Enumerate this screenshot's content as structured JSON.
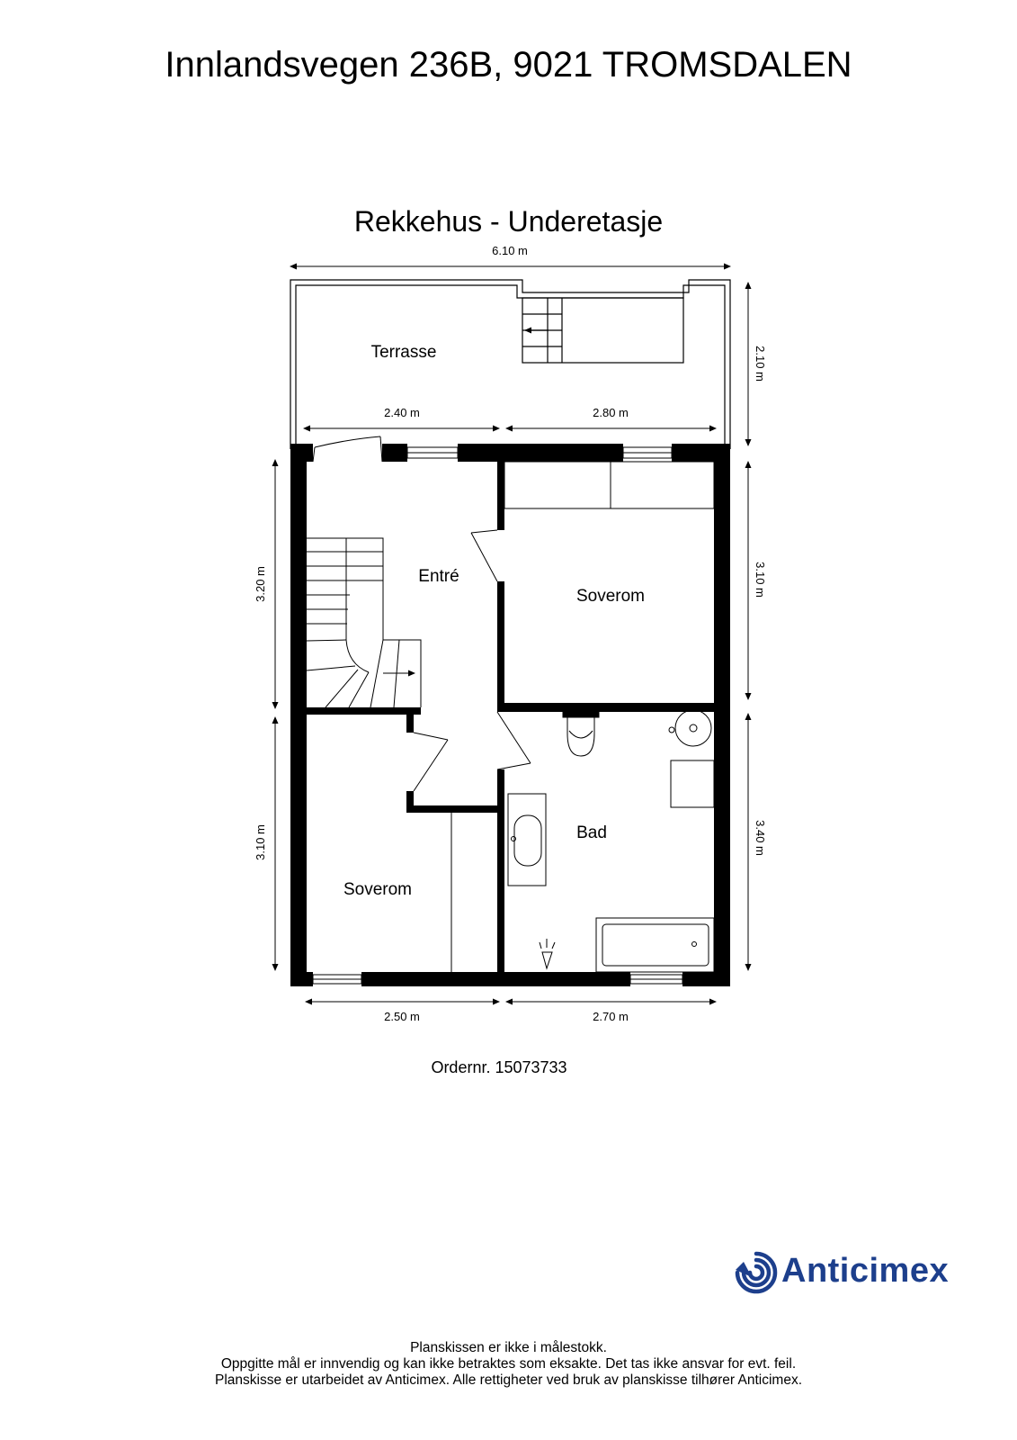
{
  "header": {
    "address": "Innlandsvegen 236B, 9021 TROMSDALEN",
    "plan_title": "Rekkehus - Underetasje"
  },
  "rooms": {
    "terrace": "Terrasse",
    "entry": "Entré",
    "bedroom_top": "Soverom",
    "bathroom": "Bad",
    "bedroom_bottom": "Soverom"
  },
  "dimensions": {
    "total_width": "6.10 m",
    "terrace_depth": "2.10 m",
    "top_left": "2.40 m",
    "top_right": "2.80 m",
    "left_upper": "3.20 m",
    "left_lower": "3.10 m",
    "right_upper": "3.10 m",
    "right_lower": "3.40 m",
    "bottom_left": "2.50 m",
    "bottom_right": "2.70 m"
  },
  "order": "Ordernr. 15073733",
  "brand": {
    "name": "Anticimex",
    "color": "#1d3f8c"
  },
  "footer": {
    "line1": "Planskissen er ikke i målestokk.",
    "line2": "Oppgitte mål er innvendig og kan ikke betraktes som eksakte. Det tas ikke ansvar for evt. feil.",
    "line3": "Planskisse er utarbeidet av Anticimex. Alle rettigheter ved bruk av planskisse tilhører Anticimex."
  }
}
